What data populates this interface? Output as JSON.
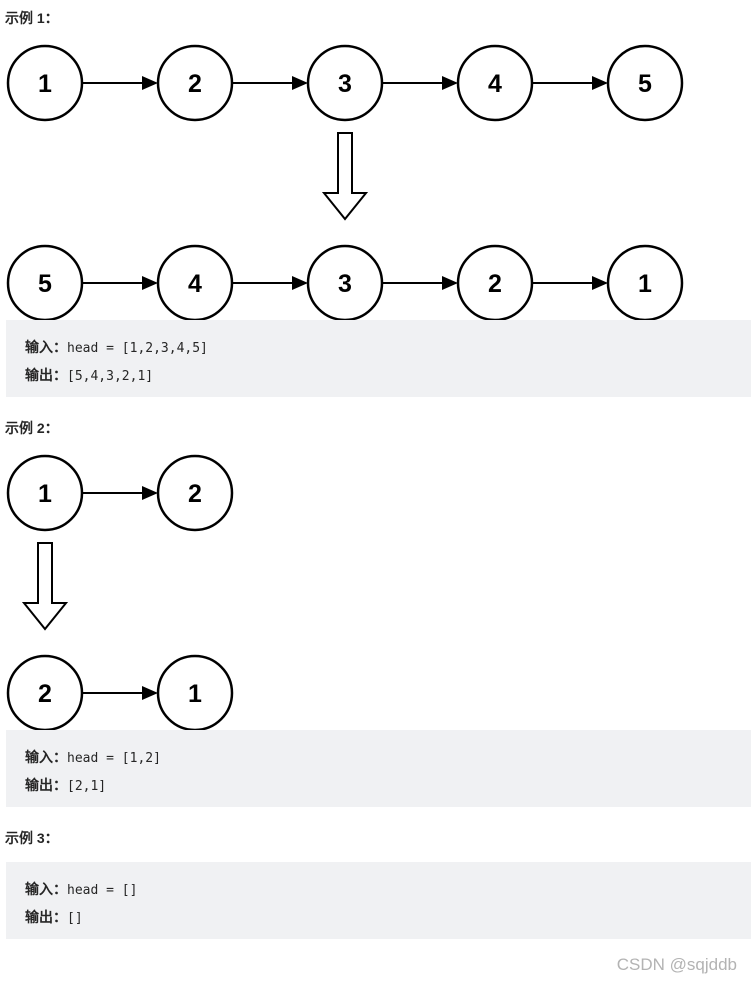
{
  "examples": [
    {
      "heading": "示例 1：",
      "before": [
        "1",
        "2",
        "3",
        "4",
        "5"
      ],
      "after": [
        "5",
        "4",
        "3",
        "2",
        "1"
      ],
      "input_label": "输入：",
      "input_value": "head = [1,2,3,4,5]",
      "output_label": "输出：",
      "output_value": "[5,4,3,2,1]"
    },
    {
      "heading": "示例 2：",
      "before": [
        "1",
        "2"
      ],
      "after": [
        "2",
        "1"
      ],
      "input_label": "输入：",
      "input_value": "head = [1,2]",
      "output_label": "输出：",
      "output_value": "[2,1]"
    },
    {
      "heading": "示例 3：",
      "input_label": "输入：",
      "input_value": "head = []",
      "output_label": "输出：",
      "output_value": "[]"
    }
  ],
  "watermark": "CSDN @sqjddb"
}
